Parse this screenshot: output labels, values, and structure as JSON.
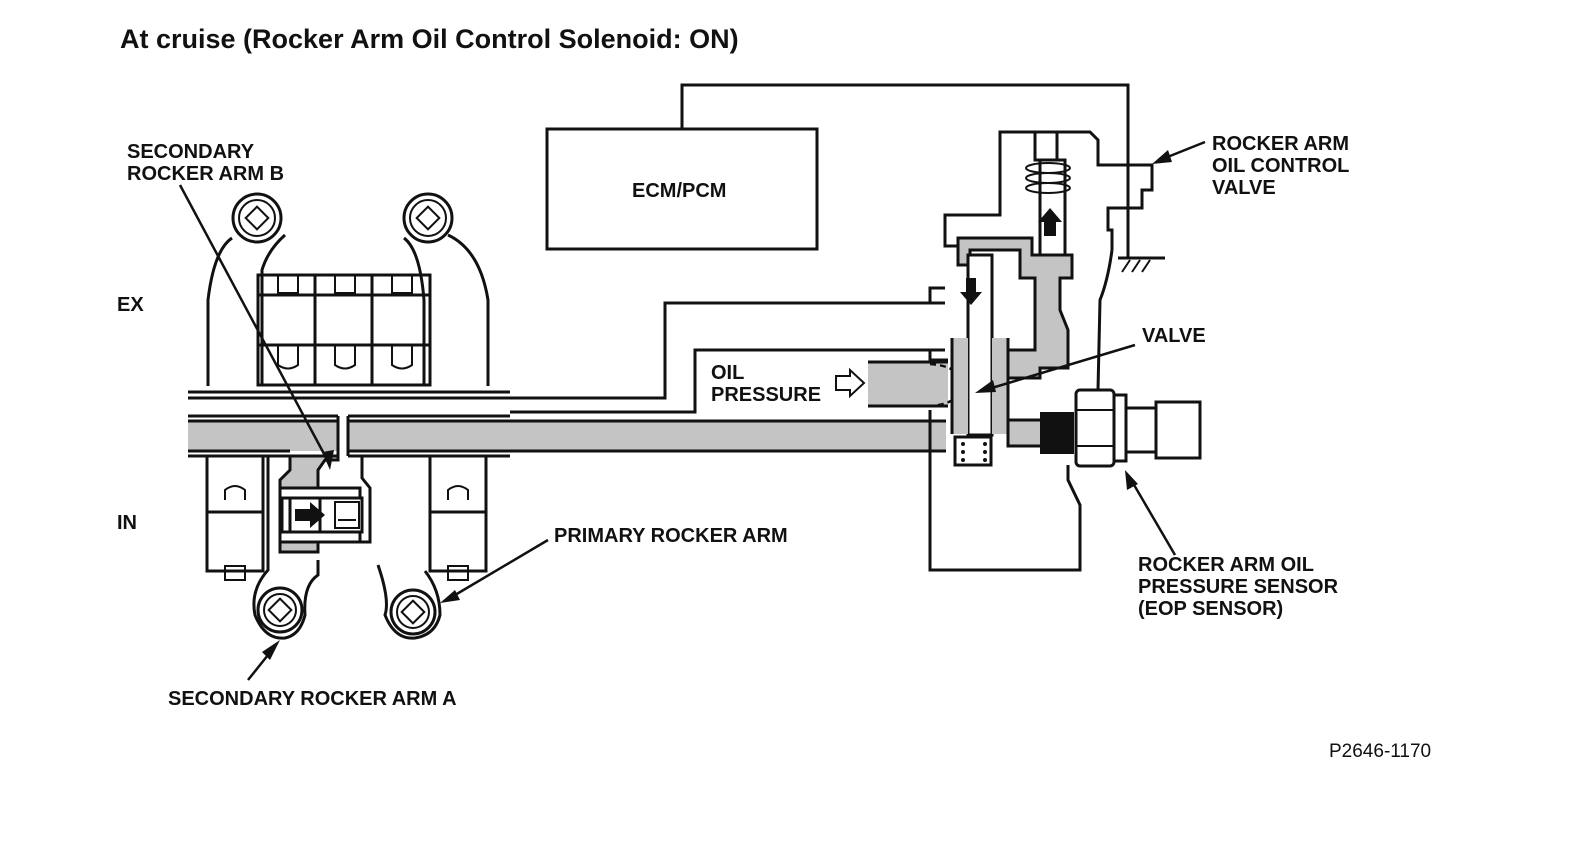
{
  "title": "At cruise (Rocker Arm Oil Control Solenoid: ON)",
  "labels": {
    "secondary_rocker_arm_b": "SECONDARY\nROCKER ARM B",
    "ex": "EX",
    "in": "IN",
    "ecm_pcm": "ECM/PCM",
    "oil_pressure": "OIL\nPRESSURE",
    "valve": "VALVE",
    "rocker_arm_oil_control_valve": "ROCKER ARM\nOIL CONTROL\nVALVE",
    "primary_rocker_arm": "PRIMARY ROCKER ARM",
    "rocker_arm_oil_pressure_sensor": "ROCKER ARM OIL\nPRESSURE SENSOR\n(EOP SENSOR)",
    "secondary_rocker_arm_a": "SECONDARY ROCKER ARM A"
  },
  "figure_number": "P2646-1170",
  "colors": {
    "oil_fill": "#c4c4c4",
    "line": "#111111",
    "background": "#ffffff"
  }
}
